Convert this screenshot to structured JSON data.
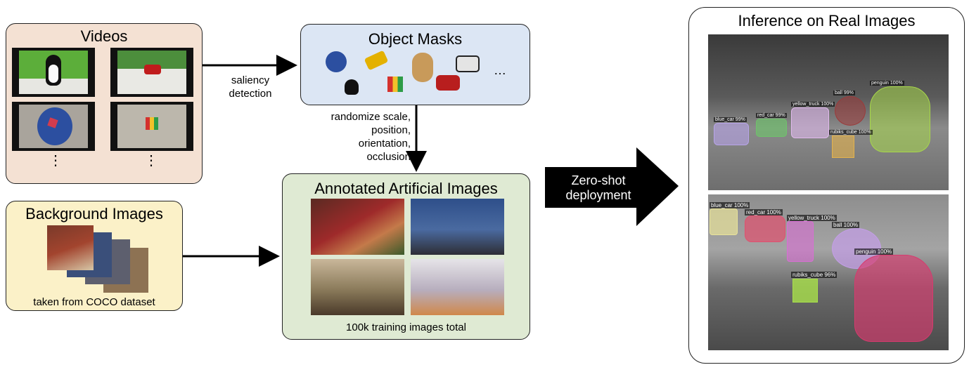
{
  "videos": {
    "title": "Videos",
    "ellipsis": "⋮"
  },
  "background": {
    "title": "Background Images",
    "caption": "taken from COCO dataset"
  },
  "masks": {
    "title": "Object Masks",
    "ellipsis": "…"
  },
  "annotated": {
    "title": "Annotated Artificial Images",
    "caption": "100k training images total"
  },
  "arrows": {
    "saliency": [
      "saliency",
      "detection"
    ],
    "randomize": [
      "randomize scale,",
      "position,",
      "orientation,",
      "occlusion"
    ],
    "zeroshot": [
      "Zero-shot",
      "deployment"
    ]
  },
  "inference": {
    "title": "Inference on Real Images",
    "top_detections": [
      {
        "label": "blue_car 99%",
        "color": "#b7a4e8"
      },
      {
        "label": "red_car 99%",
        "color": "#6fc36b"
      },
      {
        "label": "yellow_truck 100%",
        "color": "#e0b9ec"
      },
      {
        "label": "ball 99%",
        "color": "#9c3a3a"
      },
      {
        "label": "penguin 100%",
        "color": "#a8d84a"
      },
      {
        "label": "rubiks_cube 100%",
        "color": "#e4b34c"
      }
    ],
    "bottom_detections": [
      {
        "label": "blue_car 100%",
        "color": "#e8e39a"
      },
      {
        "label": "red_car 100%",
        "color": "#e0506e"
      },
      {
        "label": "yellow_truck 100%",
        "color": "#d86ed4"
      },
      {
        "label": "ball 100%",
        "color": "#c49ee8"
      },
      {
        "label": "penguin 100%",
        "color": "#d83a6e"
      },
      {
        "label": "rubiks_cube 96%",
        "color": "#a8e04a"
      }
    ]
  }
}
